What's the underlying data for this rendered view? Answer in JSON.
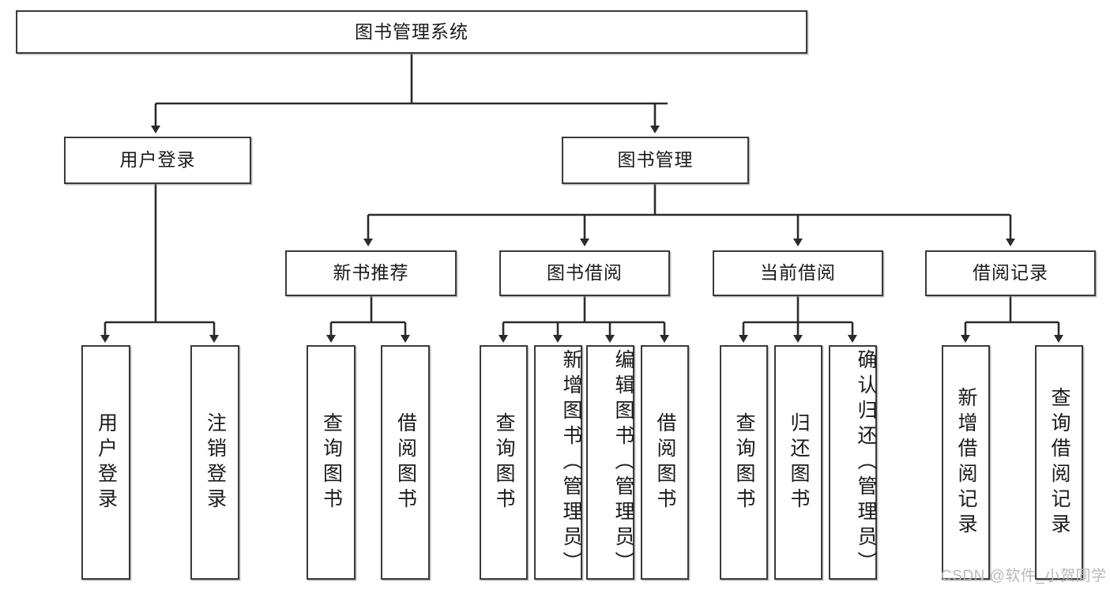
{
  "diagram": {
    "title_node": {
      "label": "图书管理系统"
    },
    "level2": [
      {
        "id": "user-login",
        "label": "用户登录"
      },
      {
        "id": "book-manage",
        "label": "图书管理"
      }
    ],
    "level3": [
      {
        "id": "new-book-recommend",
        "label": "新书推荐"
      },
      {
        "id": "book-borrow",
        "label": "图书借阅"
      },
      {
        "id": "current-borrow",
        "label": "当前借阅"
      },
      {
        "id": "borrow-record",
        "label": "借阅记录"
      }
    ],
    "leaves": [
      {
        "id": "leaf-user-login",
        "label": "用户登录",
        "align": "center"
      },
      {
        "id": "leaf-logout-login",
        "label": "注销登录",
        "align": "center"
      },
      {
        "id": "leaf-query-book-1",
        "label": "查询图书",
        "align": "center"
      },
      {
        "id": "leaf-borrow-book-1",
        "label": "借阅图书",
        "align": "center"
      },
      {
        "id": "leaf-query-book-2",
        "label": "查询图书",
        "align": "center"
      },
      {
        "id": "leaf-add-book-admin",
        "label": "新增图书（管理员）",
        "align": "top"
      },
      {
        "id": "leaf-edit-book-admin",
        "label": "编辑图书（管理员）",
        "align": "top"
      },
      {
        "id": "leaf-borrow-book-2",
        "label": "借阅图书",
        "align": "center"
      },
      {
        "id": "leaf-query-book-3",
        "label": "查询图书",
        "align": "center"
      },
      {
        "id": "leaf-return-book",
        "label": "归还图书",
        "align": "center"
      },
      {
        "id": "leaf-confirm-return-admin",
        "label": "确认归还（管理员）",
        "align": "top"
      },
      {
        "id": "leaf-add-borrow-record",
        "label": "新增借阅记录",
        "align": "center"
      },
      {
        "id": "leaf-query-borrow-record",
        "label": "查询借阅记录",
        "align": "center"
      }
    ],
    "watermark": "CSDN @软件_小贺同学",
    "colors": {
      "stroke": "#3a3a3a",
      "background": "#ffffff",
      "text": "#1a1a1a",
      "watermark": "#b8b8b8"
    }
  }
}
